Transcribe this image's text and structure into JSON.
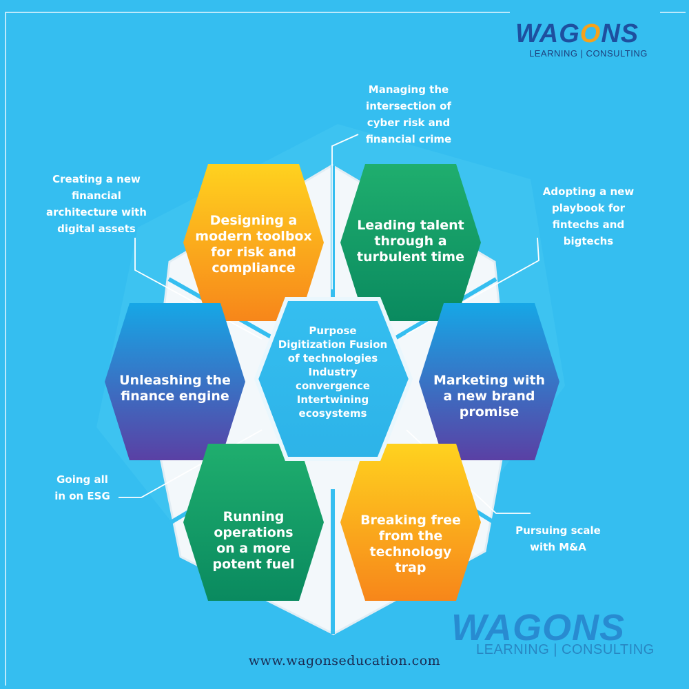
{
  "brand": {
    "name_pre": "WAG",
    "name_o": "O",
    "name_post": "NS",
    "tagline": "LEARNING | CONSULTING",
    "colors": {
      "primary": "#1e4f9f",
      "accent": "#f6a21b"
    }
  },
  "center": {
    "lines": [
      "Purpose",
      "Digitization Fusion",
      "of technologies",
      "Industry",
      "convergence",
      "Intertwining",
      "ecosystems"
    ]
  },
  "hexagons": [
    {
      "id": "risk",
      "lines": [
        "Designing a",
        "modern toolbox",
        "for risk and",
        "compliance"
      ],
      "color": "orange"
    },
    {
      "id": "talent",
      "lines": [
        "Leading talent",
        "through a",
        "turbulent time"
      ],
      "color": "green"
    },
    {
      "id": "marketing",
      "lines": [
        "Marketing with",
        "a new brand",
        "promise"
      ],
      "color": "blue"
    },
    {
      "id": "tech",
      "lines": [
        "Breaking free",
        "from the",
        "technology",
        "trap"
      ],
      "color": "orange"
    },
    {
      "id": "operations",
      "lines": [
        "Running",
        "operations",
        "on a more",
        "potent fuel"
      ],
      "color": "green"
    },
    {
      "id": "finance",
      "lines": [
        "Unleashing the",
        "finance engine"
      ],
      "color": "blue"
    }
  ],
  "outer_labels": {
    "cyber": [
      "Managing the",
      "intersection of",
      "cyber risk and",
      "financial crime"
    ],
    "digital_assets": [
      "Creating a new",
      "financial",
      "architecture with",
      "digital assets"
    ],
    "fintech": [
      "Adopting a new",
      "playbook for",
      "fintechs and",
      "bigtechs"
    ],
    "esg": [
      "Going all",
      "in on ESG"
    ],
    "mna": [
      "Pursuing scale",
      "with M&A"
    ]
  },
  "website": "www.wagonseducation.com"
}
